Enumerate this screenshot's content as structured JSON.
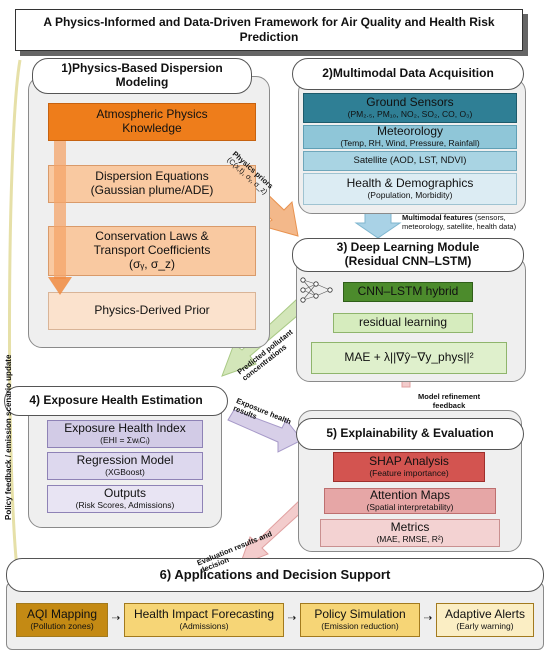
{
  "title_line1": "A Physics-Informed and Data-Driven Framework for Air Quality and Health Risk",
  "title_line2": "Prediction",
  "m1": {
    "title_a": "1)Physics-Based Dispersion",
    "title_b": "Modeling",
    "b1a": "Atmospheric Physics",
    "b1b": "Knowledge",
    "b2a": "Dispersion Equations",
    "b2b": "(Gaussian plume/ADE)",
    "b3a": "Conservation Laws &",
    "b3b": "Transport Coefficients",
    "b3c": "(σᵧ, σ_z)",
    "b4": "Physics-Derived Prior"
  },
  "m2": {
    "title": "2)Multimodal Data Acquisition",
    "g1": "Ground Sensors",
    "g2": "(PM₂.₅, PM₁₀, NO₂, SO₂, CO, O₃)",
    "met1": "Meteorology",
    "met2": "(Temp, RH, Wind, Pressure, Rainfall)",
    "sat": "Satellite (AOD, LST, NDVI)",
    "h1": "Health & Demographics",
    "h2": "(Population, Morbidity)"
  },
  "m3": {
    "title_a": "3) Deep Learning Module",
    "title_b": "(Residual CNN–LSTM)",
    "hybrid": "CNN–LSTM hybrid",
    "residual": "residual learning",
    "loss": "MAE + λ||∇ŷ−∇y_phys||²"
  },
  "m4": {
    "title": "4) Exposure Health Estimation",
    "e1a": "Exposure Health Index",
    "e1b": "(EHI = ΣwᵢCᵢ)",
    "e2a": "Regression Model",
    "e2b": "(XGBoost)",
    "e3a": "Outputs",
    "e3b": "(Risk Scores, Admissions)"
  },
  "m5": {
    "title": "5) Explainability & Evaluation",
    "shap_a": "SHAP Analysis",
    "shap_b": "(Feature importance)",
    "att_a": "Attention Maps",
    "att_b": "(Spatial interpretability)",
    "met_a": "Metrics",
    "met_b": "(MAE, RMSE, R²)"
  },
  "m6": {
    "title": "6) Applications and Decision Support",
    "apps": [
      {
        "name": "AQI Mapping",
        "sub": "(Pollution zones)",
        "color": "#c48a14"
      },
      {
        "name": "Health Impact Forecasting",
        "sub": "(Admissions)",
        "color": "#f6d576"
      },
      {
        "name": "Policy Simulation",
        "sub": "(Emission reduction)",
        "color": "#f6d576"
      },
      {
        "name": "Adaptive Alerts",
        "sub": "(Early warning)",
        "color": "#fbeec4"
      }
    ]
  },
  "labels": {
    "physics_priors_a": "Physics priors",
    "physics_priors_b": "(C(x,t), σᵧ, σ_z)",
    "multimodal_bold": "Multimodal features",
    "multimodal_rest": " (sensors,",
    "multimodal_line2": "meteorology, satellite, health data)",
    "predicted_a": "Predicted pollutant",
    "predicted_b": "concentrations",
    "exposure_a": "Exposure health",
    "exposure_b": "results",
    "refine_a": "Model refinement",
    "refine_b": "feedback",
    "eval_a": "Evaluation results and",
    "eval_b": "decision",
    "policy": "Policy feedback / emission scenario update"
  },
  "colors": {
    "orange_dark": "#ee7d1b",
    "orange_light": "#f9c9a1",
    "peach": "#fbe2cd",
    "teal": "#2f7f95",
    "blue_mid": "#8fc6d8",
    "blue_light": "#dcecf3",
    "green": "#4c8b2c",
    "green_light": "#d6ecbe",
    "purple": "#d2cbe6",
    "red_mid": "#e6a6a6",
    "red_light": "#f3d2d2"
  }
}
